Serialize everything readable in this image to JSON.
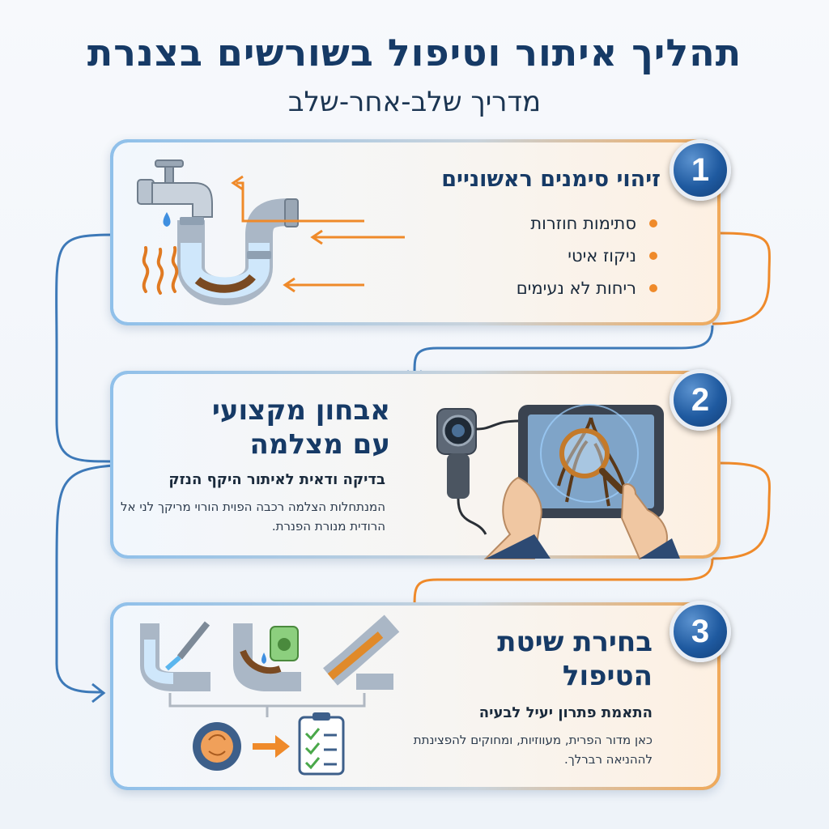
{
  "header": {
    "title": "תהליך איתור וטיפול בשורשים בצנרת",
    "subtitle": "מדריך שלב-אחר-שלב"
  },
  "steps": [
    {
      "number": "1",
      "title": "זיהוי סימנים ראשוניים",
      "bullets": [
        "סתימות חוזרות",
        "ניקוז איטי",
        "ריחות לא נעימים"
      ]
    },
    {
      "number": "2",
      "title_line1": "אבחון מקצועי",
      "title_line2": "עם מצלמה",
      "subtitle": "בדיקה ודאית לאיתור היקף הנזק",
      "description": "המנתחלות הצלמה רכבה הפוית הורוי מריקך לני אל הרודית מנורת הפנרת."
    },
    {
      "number": "3",
      "title_line1": "בחירת שיטת",
      "title_line2": "הטיפול",
      "subtitle": "התאמת פתרון יעיל לבעיה",
      "description": "כאן מדור הפרית, מעווזיות, ומחוקים להפצינתת לההניאה רברלך."
    }
  ],
  "colors": {
    "title": "#163a66",
    "badge": "#1f5aa0",
    "accent_orange": "#ef8a2a",
    "connector_blue": "#3d79b8"
  },
  "icons": [
    "faucet-pipe-icon",
    "odor-waves-icon",
    "inspection-camera-icon",
    "tablet-root-scan-icon",
    "magnifier-icon",
    "water-jet-pipe-icon",
    "chemical-treatment-icon",
    "pipe-relining-icon",
    "gear-brain-icon",
    "checklist-icon"
  ]
}
